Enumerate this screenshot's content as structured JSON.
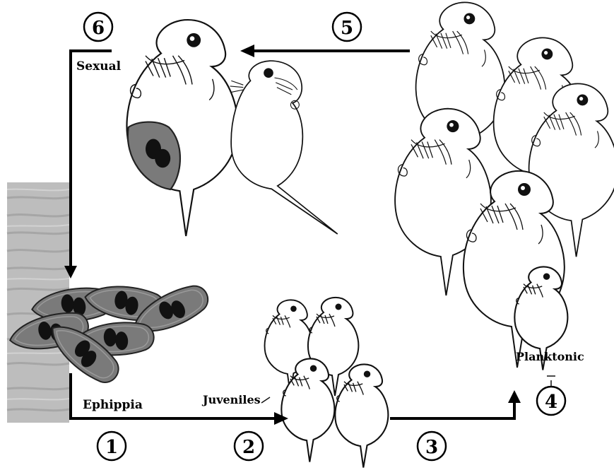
{
  "stages": [
    {
      "number": "1"
    },
    {
      "number": "2"
    },
    {
      "number": "3"
    },
    {
      "number": "4"
    },
    {
      "number": "5"
    },
    {
      "number": "6"
    }
  ],
  "labels": {
    "sexual": "Sexual",
    "ephippia": "Ephippia",
    "juveniles": "Juveniles",
    "planktonic": "Planktonic"
  },
  "colors": {
    "ink": "#111111",
    "sediment": "#bdbdbd",
    "ephippium_fill": "#7a7a7a",
    "egg": "#111111"
  }
}
